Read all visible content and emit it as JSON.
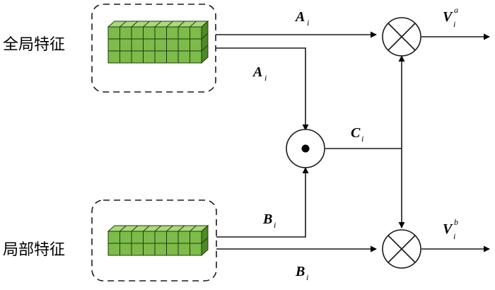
{
  "colors": {
    "block_front": "#7dbb4a",
    "block_top": "#a9d97a",
    "block_side": "#4e8a25",
    "block_grid": "#1f3b0f",
    "line": "#1a1a1a"
  },
  "inputs": {
    "global": {
      "label": "全局特征"
    },
    "local": {
      "label": "局部特征"
    }
  },
  "signals": {
    "a_top": {
      "main": "A",
      "sub": "i"
    },
    "a_down": {
      "main": "A",
      "sub": "i"
    },
    "b_up": {
      "main": "B",
      "sub": "i"
    },
    "b_bottom": {
      "main": "B",
      "sub": "i"
    },
    "c": {
      "main": "C",
      "sub": "i"
    }
  },
  "outputs": {
    "va": {
      "main": "V",
      "sup": "a",
      "sub": "i"
    },
    "vb": {
      "main": "V",
      "sup": "b",
      "sub": "i"
    }
  },
  "operators": {
    "hadamard": {
      "icon": "dot-product-icon"
    },
    "mult_top": {
      "icon": "multiply-icon"
    },
    "mult_bottom": {
      "icon": "multiply-icon"
    }
  }
}
